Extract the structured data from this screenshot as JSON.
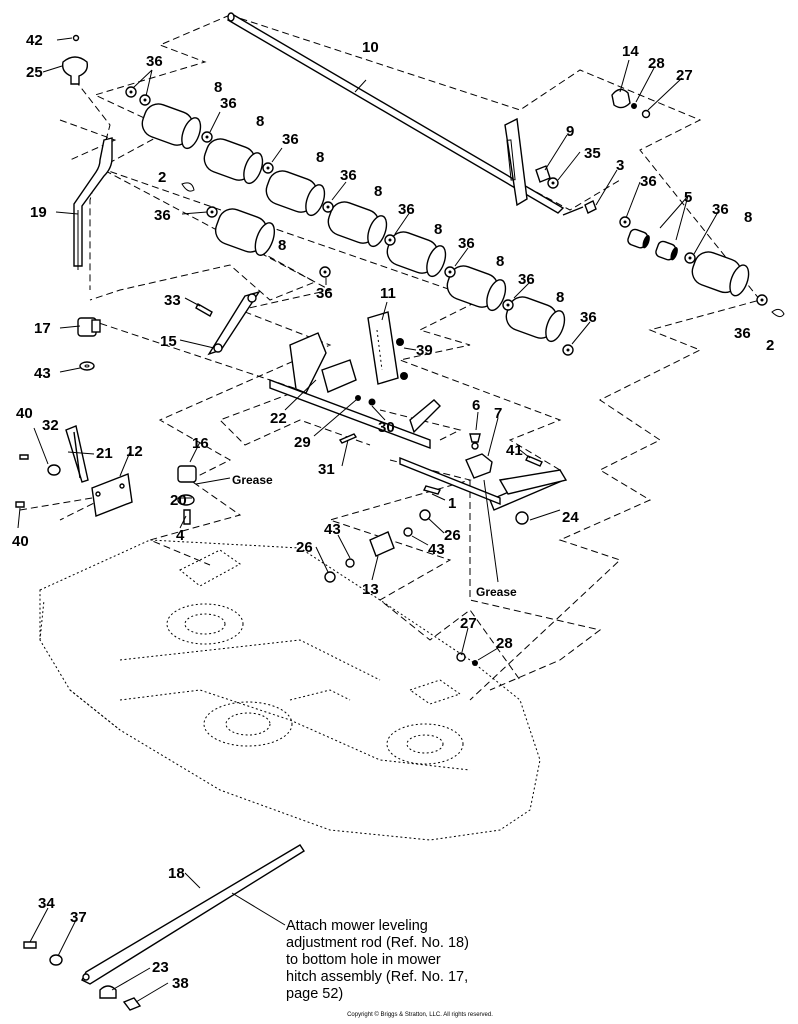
{
  "labels": {
    "n42": "42",
    "n25": "25",
    "n36a": "36",
    "n8a": "8",
    "n36b": "36",
    "n8b": "8",
    "n36c": "36",
    "n8c": "8",
    "n36d": "36",
    "n8d": "8",
    "n10": "10",
    "n14": "14",
    "n28a": "28",
    "n27a": "27",
    "n9": "9",
    "n35": "35",
    "n3": "3",
    "n2a": "2",
    "n36e": "36",
    "n19": "19",
    "n8e": "8",
    "n36f": "36",
    "n8f": "8",
    "n36g": "36",
    "n8g": "8",
    "n36h": "36",
    "n8h": "8",
    "n36i": "36",
    "n5": "5",
    "n36j": "36",
    "n8i": "8",
    "n36k": "36",
    "n2b": "2",
    "n36l": "36",
    "n33": "33",
    "n11": "11",
    "n36m": "36",
    "n17": "17",
    "n15": "15",
    "n39": "39",
    "n43a": "43",
    "n22": "22",
    "n29": "29",
    "n30": "30",
    "n40a": "40",
    "n32": "32",
    "n21": "21",
    "n12": "12",
    "n16": "16",
    "n6": "6",
    "n7": "7",
    "n41": "41",
    "n31": "31",
    "n20": "20",
    "n1": "1",
    "n24": "24",
    "n4": "4",
    "n43b": "43",
    "n26a": "26",
    "n40b": "40",
    "n26b": "26",
    "n43c": "43",
    "n13": "13",
    "n27b": "27",
    "n28b": "28",
    "n18": "18",
    "n34": "34",
    "n37": "37",
    "n23": "23",
    "n38": "38"
  },
  "grease_1": "Grease",
  "grease_2": "Grease",
  "note": "Attach mower leveling\nadjustment rod (Ref. No. 18)\nto bottom hole in mower\nhitch assembly (Ref. No. 17,\npage 52)",
  "copyright": "Copyright © Briggs & Stratton, LLC. All rights reserved."
}
